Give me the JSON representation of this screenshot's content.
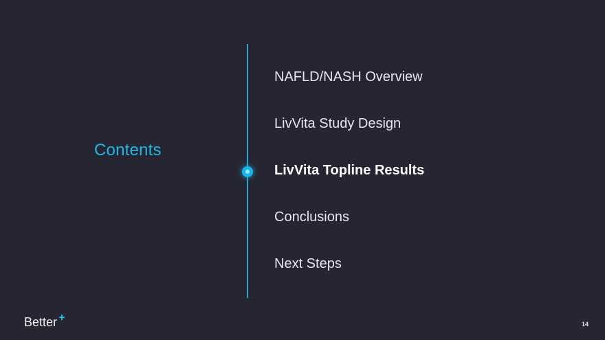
{
  "slide": {
    "title": "Contents",
    "items": [
      {
        "label": "NAFLD/NASH Overview",
        "active": false
      },
      {
        "label": "LivVita Study Design",
        "active": false
      },
      {
        "label": "LivVita Topline Results",
        "active": true
      },
      {
        "label": "Conclusions",
        "active": false
      },
      {
        "label": "Next Steps",
        "active": false
      }
    ]
  },
  "footer": {
    "logo_text": "Better",
    "page_number": "14"
  },
  "colors": {
    "background": "#262633",
    "accent": "#1fb8e6",
    "text": "#e6e7ee"
  },
  "icons": {
    "logo_plus": "plus-icon",
    "active_marker": "active-dot-icon"
  }
}
